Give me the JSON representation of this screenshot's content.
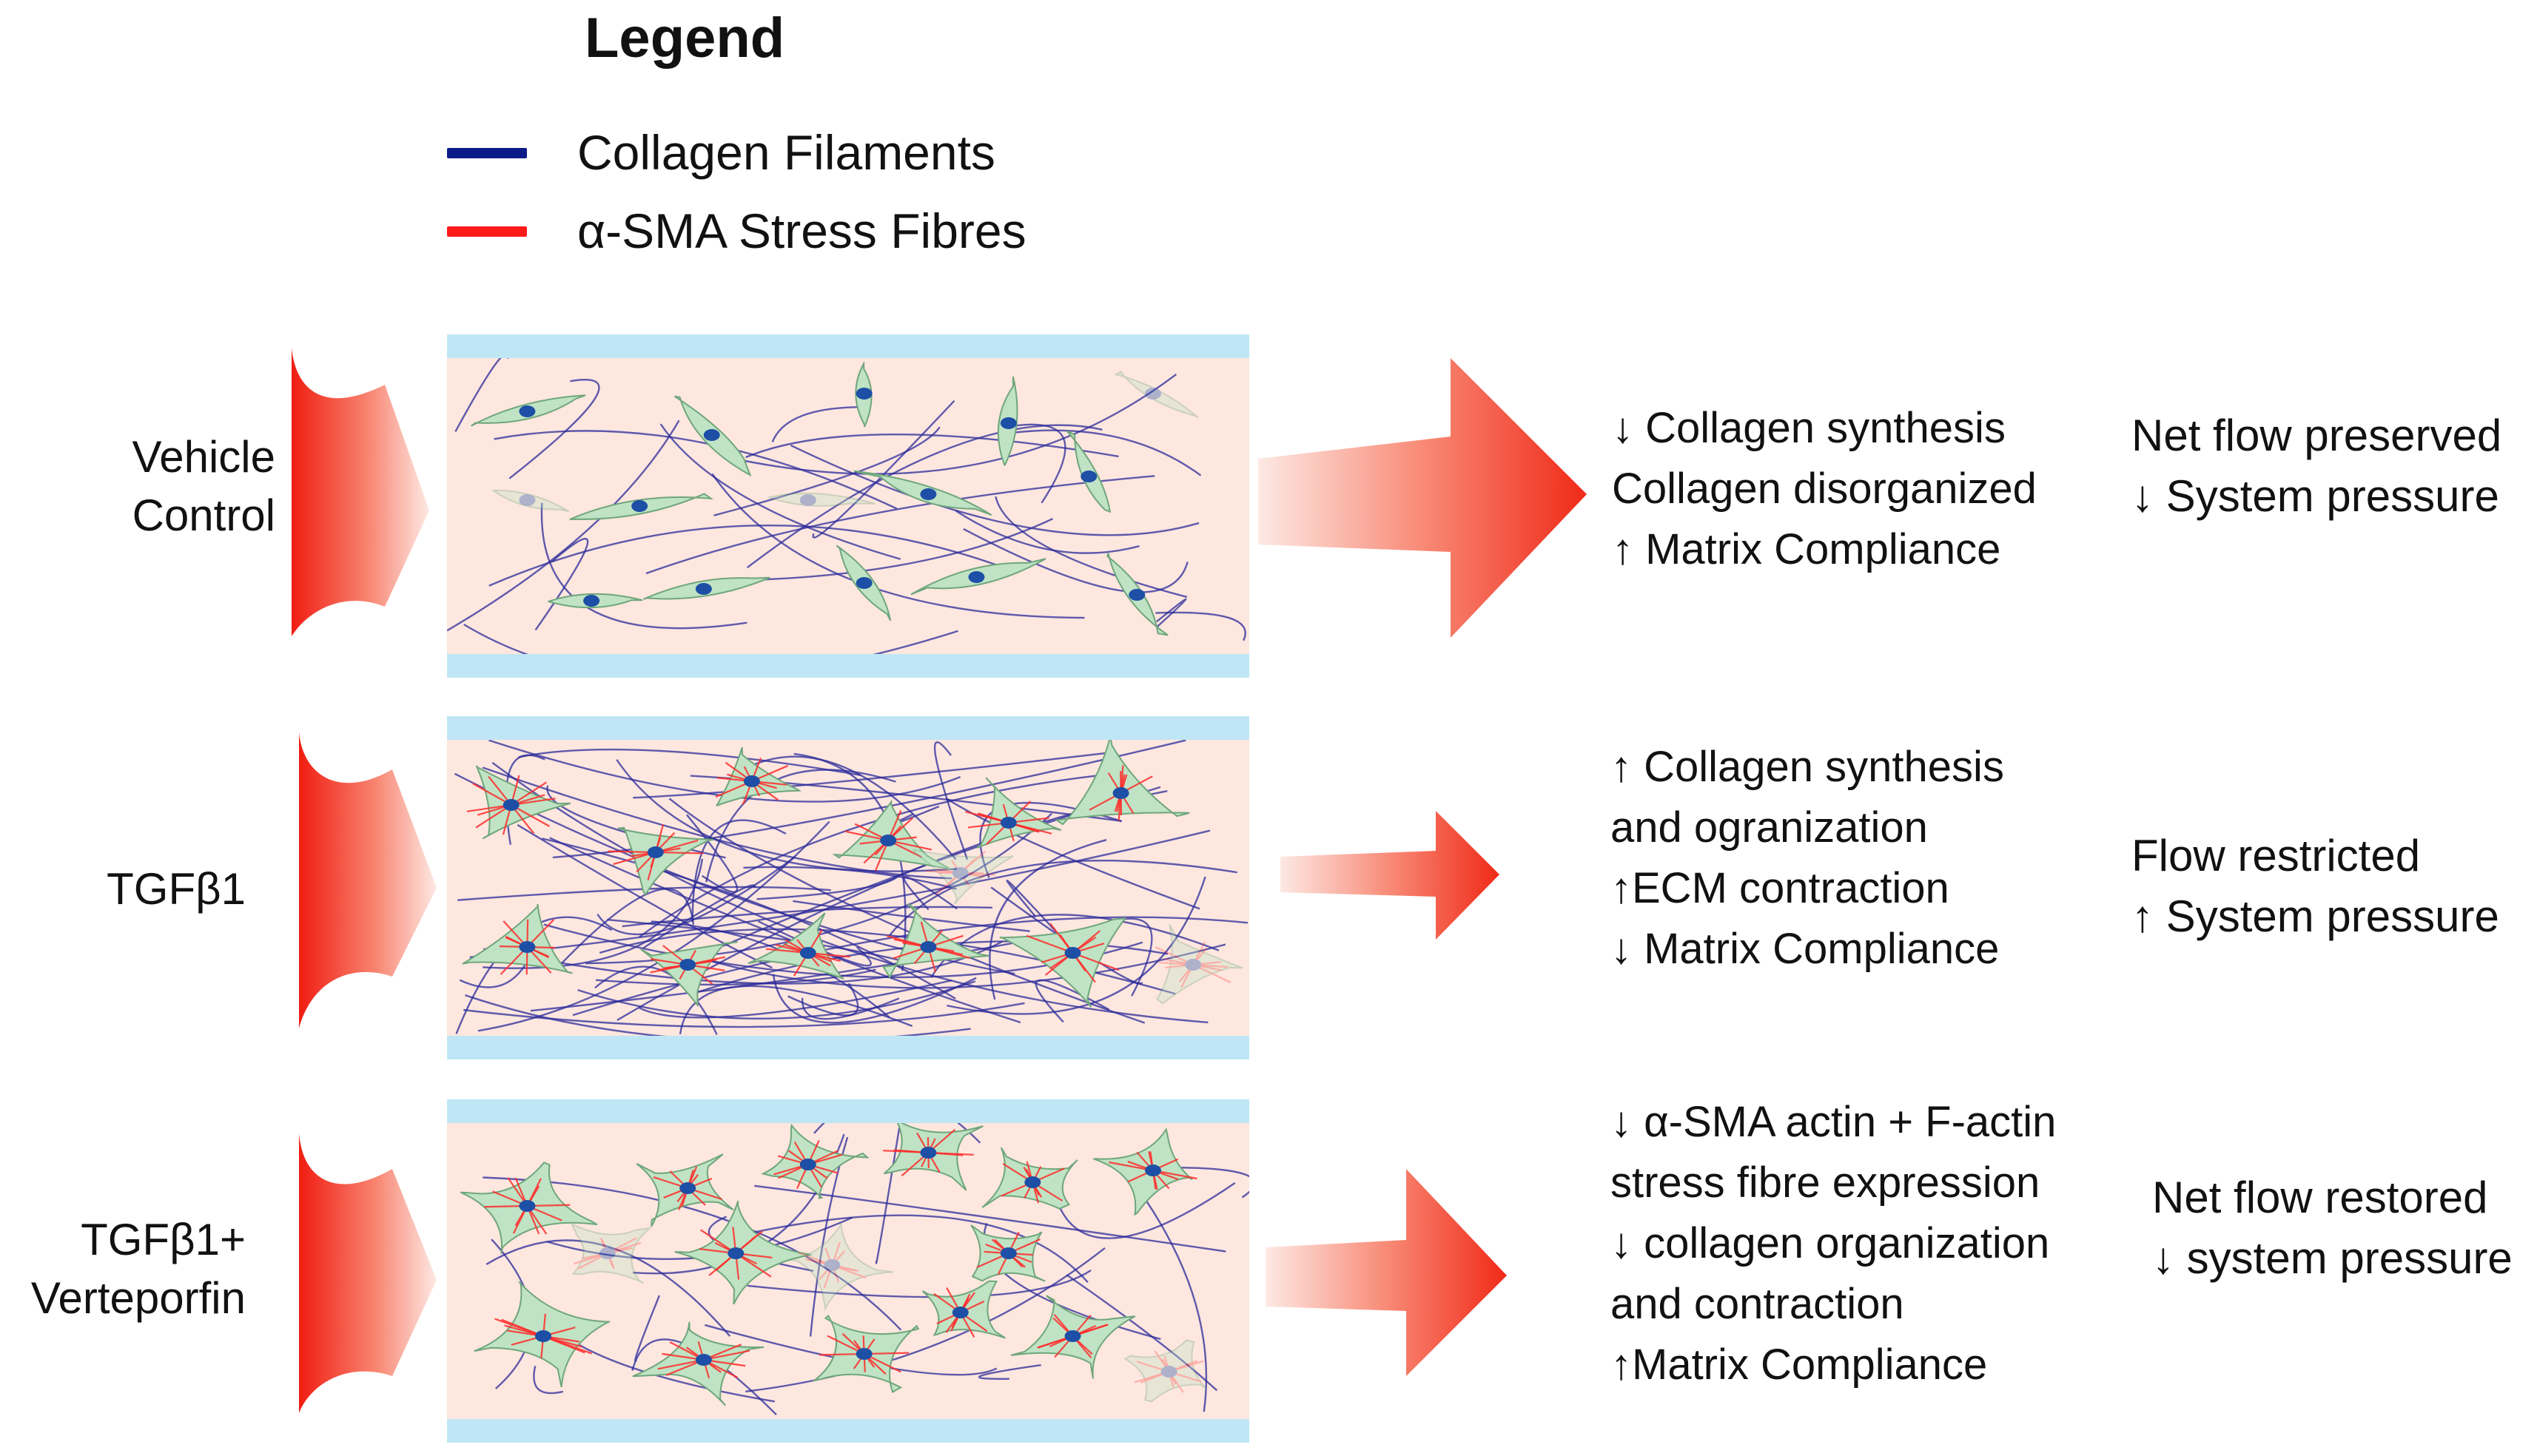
{
  "legend": {
    "title": "Legend",
    "items": [
      {
        "label": "Collagen Filaments",
        "color": "#0b1b8a"
      },
      {
        "label": "α-SMA Stress Fibres",
        "color": "#ff1a1a"
      }
    ]
  },
  "rows": [
    {
      "label_lines": [
        "Vehicle",
        "Control"
      ],
      "effects": [
        "↓ Collagen synthesis",
        "Collagen disorganized",
        "↑ Matrix Compliance"
      ],
      "results": [
        "Net flow preserved",
        "↓ System pressure"
      ]
    },
    {
      "label_lines": [
        "TGFβ1"
      ],
      "effects": [
        "↑ Collagen synthesis",
        "and ogranization",
        "↑ECM contraction",
        "↓ Matrix Compliance"
      ],
      "results": [
        "Flow restricted",
        "↑ System pressure"
      ]
    },
    {
      "label_lines": [
        "TGFβ1+",
        "Verteporfin"
      ],
      "effects": [
        "↓ α-SMA actin + F-actin",
        "stress fibre expression",
        "↓  collagen organization",
        "and contraction",
        "↑Matrix Compliance"
      ],
      "results": [
        "Net flow restored",
        "↓ system pressure"
      ]
    }
  ],
  "colors": {
    "channel_wall": "#bfe6f5",
    "channel_fill": "#fde7df",
    "cell_fill": "#bfe3c4",
    "cell_stroke": "#6fa67b",
    "nucleus": "#1d4fa6",
    "arrow_red": "#f23b2a"
  }
}
